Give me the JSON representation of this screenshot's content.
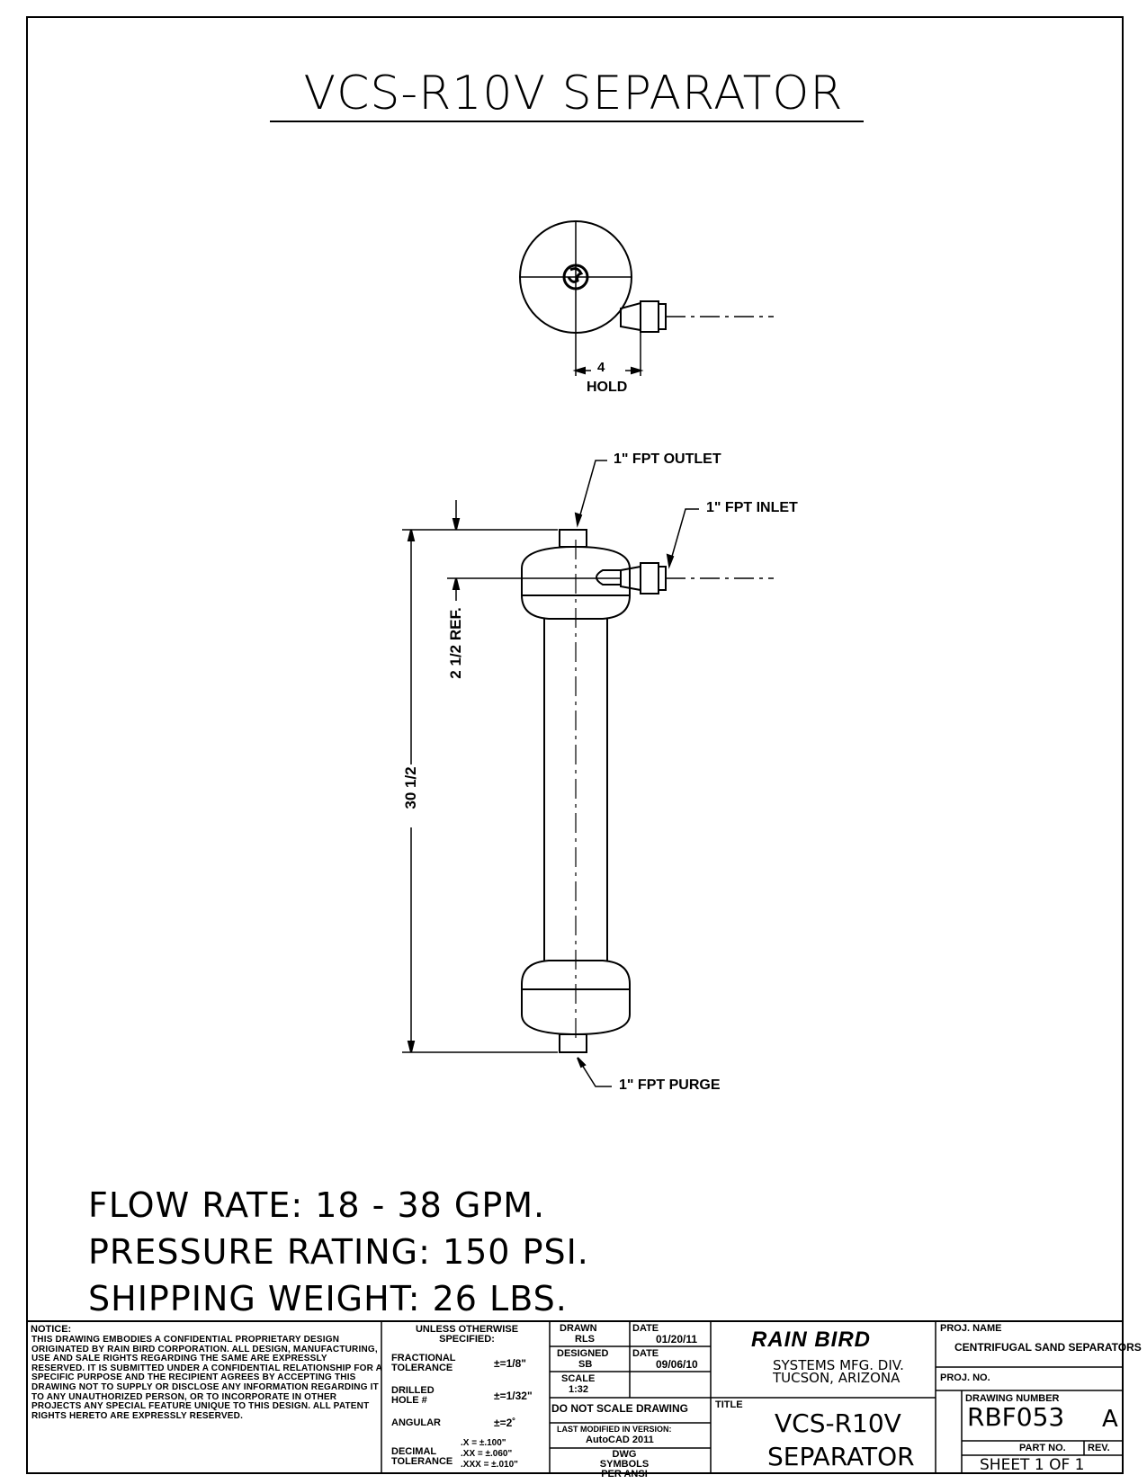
{
  "title": "VCS-R10V SEPARATOR",
  "top_view": {
    "dim_value": "4",
    "dim_label": "HOLD"
  },
  "callouts": {
    "outlet": "1\" FPT OUTLET",
    "inlet": "1\" FPT INLET",
    "purge": "1\" FPT PURGE",
    "overall_height": "30 1/2",
    "ref_dim": "2 1/2 REF."
  },
  "specs": {
    "flow_rate": "FLOW RATE: 18 - 38 GPM.",
    "pressure_rating": "PRESSURE RATING: 150 PSI.",
    "shipping_weight": "SHIPPING WEIGHT: 26 LBS."
  },
  "title_block": {
    "notice_heading": "NOTICE:",
    "notice_text": "THIS DRAWING EMBODIES A CONFIDENTIAL PROPRIETARY DESIGN ORIGINATED BY RAIN BIRD CORPORATION. ALL DESIGN, MANUFACTURING, USE AND SALE RIGHTS REGARDING THE SAME ARE EXPRESSLY RESERVED. IT IS SUBMITTED UNDER A CONFIDENTIAL RELATIONSHIP FOR A SPECIFIC PURPOSE AND THE RECIPIENT AGREES BY ACCEPTING THIS DRAWING NOT TO SUPPLY OR DISCLOSE ANY INFORMATION REGARDING IT TO ANY UNAUTHORIZED PERSON, OR TO INCORPORATE IN OTHER PROJECTS ANY SPECIAL FEATURE UNIQUE TO THIS DESIGN. ALL PATENT RIGHTS HERETO ARE EXPRESSLY RESERVED.",
    "unless_specified": "UNLESS OTHERWISE SPECIFIED:",
    "fractional_label": "FRACTIONAL TOLERANCE",
    "fractional_value": "±=1/8\"",
    "drilled_label": "DRILLED HOLE #",
    "drilled_value": "±=1/32\"",
    "angular_label": "ANGULAR",
    "angular_value": "±=2˚",
    "decimal_label": "DECIMAL TOLERANCE",
    "decimal_x": ".X = ±.100\"",
    "decimal_xx": ".XX = ±.060\"",
    "decimal_xxx": ".XXX = ±.010\"",
    "drawn_label": "DRAWN",
    "drawn_value": "RLS",
    "date_label": "DATE",
    "drawn_date": "01/20/11",
    "designed_label": "DESIGNED",
    "designed_value": "SB",
    "designed_date": "09/06/10",
    "scale_label": "SCALE",
    "scale_value": "1:32",
    "do_not_scale": "DO NOT SCALE DRAWING",
    "last_modified_label": "LAST MODIFIED IN VERSION:",
    "last_modified_value": "AutoCAD 2011",
    "dwg_symbols": "DWG SYMBOLS PER ANSI",
    "company_logo": "RAIN BIRD",
    "company_division": "SYSTEMS MFG. DIV.",
    "company_location": "TUCSON, ARIZONA",
    "title_label": "TITLE",
    "title_line1": "VCS-R10V",
    "title_line2": "SEPARATOR",
    "proj_name_label": "PROJ. NAME",
    "proj_name_value": "CENTRIFUGAL SAND SEPARATORS",
    "proj_no_label": "PROJ. NO.",
    "drawing_number_label": "DRAWING NUMBER",
    "drawing_number": "RBF053",
    "revision": "A",
    "part_no_label": "PART NO.",
    "rev_label": "REV.",
    "sheet": "SHEET 1 OF 1"
  }
}
